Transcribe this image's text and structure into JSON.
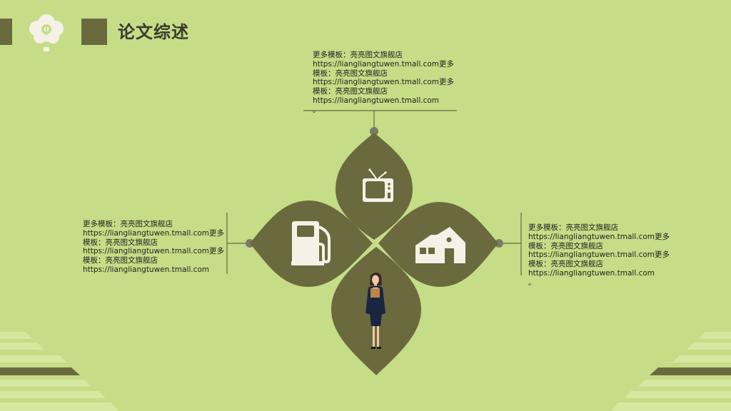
{
  "header": {
    "title": "论文综述",
    "logo_icon": "tree-logo-icon"
  },
  "blocks": {
    "top": "更多模板：亮亮图文旗舰店\nhttps://liangliangtuwen.tmall.com更多模板：亮亮图文旗舰店\nhttps://liangliangtuwen.tmall.com更多模板：亮亮图文旗舰店\nhttps://liangliangtuwen.tmall.com\n。",
    "left": "更多模板：亮亮图文旗舰店\nhttps://liangliangtuwen.tmall.com更多模板：亮亮图文旗舰店\nhttps://liangliangtuwen.tmall.com更多模板：亮亮图文旗舰店\nhttps://liangliangtuwen.tmall.com",
    "right": "更多模板：亮亮图文旗舰店\nhttps://liangliangtuwen.tmall.com更多模板：亮亮图文旗舰店\nhttps://liangliangtuwen.tmall.com更多模板：亮亮图文旗舰店\nhttps://liangliangtuwen.tmall.com\n。"
  },
  "icons": {
    "top_leaf": "tv-icon",
    "left_leaf": "fuel-pump-icon",
    "right_leaf": "house-icon",
    "bottom_leaf": "businesswoman-figure"
  },
  "colors": {
    "background": "#c5dd86",
    "accent": "#6b6a3e",
    "icon": "#f5f1e6"
  }
}
